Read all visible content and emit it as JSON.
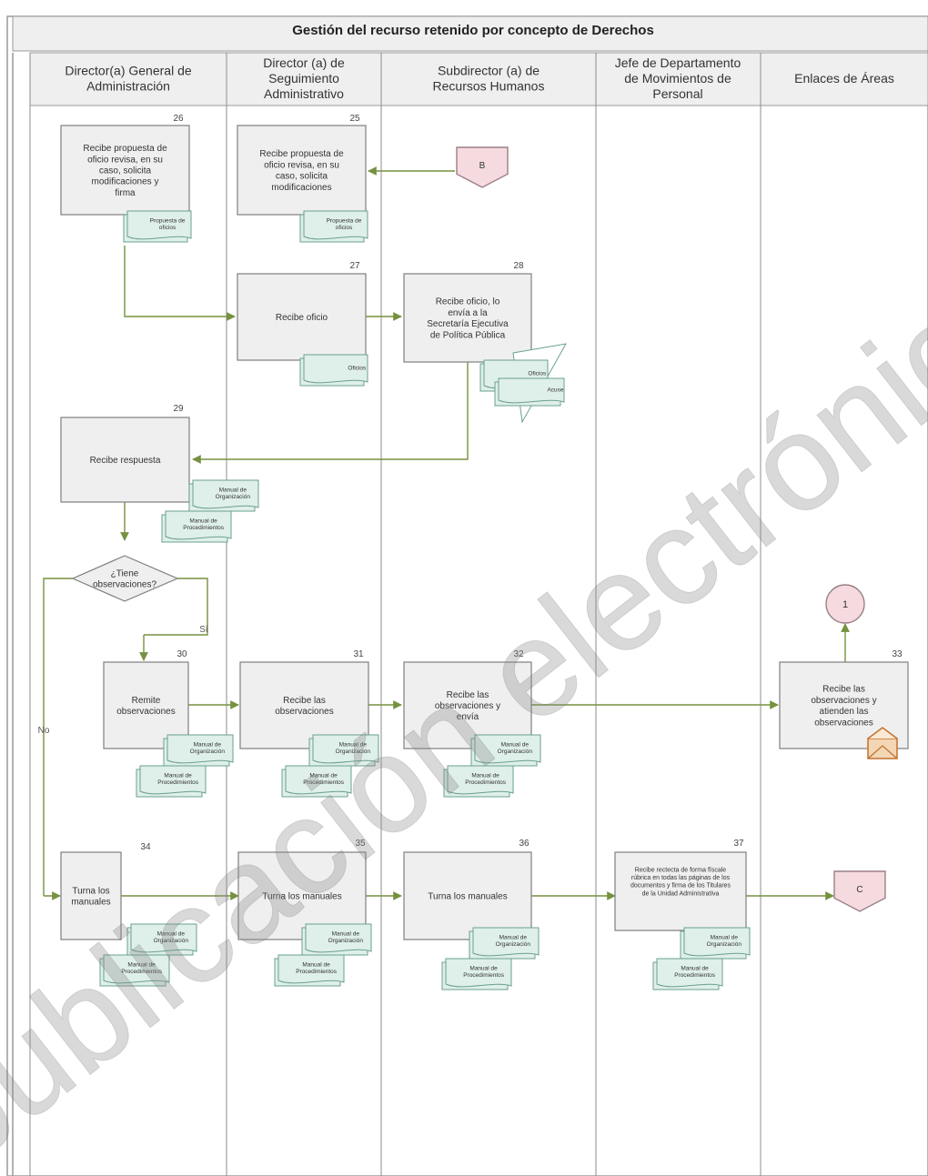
{
  "title": "Gestión del recurso retenido por concepto de Derechos",
  "lanes": [
    "Director(a) General de Administración",
    "Director (a) de Seguimiento Administrativo",
    "Subdirector (a) de Recursos Humanos",
    "Jefe de Departamento de Movimientos de Personal",
    "Enlaces de Áreas"
  ],
  "connectors": {
    "b": "B",
    "c": "C",
    "one": "1"
  },
  "activities": {
    "a25": {
      "num": "25",
      "text": "Recibe propuesta de oficio revisa, en su caso, solicita modificaciones"
    },
    "a26": {
      "num": "26",
      "text": "Recibe propuesta de oficio revisa, en su caso, solicita modificaciones y firma"
    },
    "a27": {
      "num": "27",
      "text": "Recibe oficio"
    },
    "a28": {
      "num": "28",
      "text": "Recibe oficio, lo envía a la Secretaría Ejecutiva de Política Pública"
    },
    "a29": {
      "num": "29",
      "text": "Recibe respuesta"
    },
    "a30": {
      "num": "30",
      "text": "Remite observaciones"
    },
    "a31": {
      "num": "31",
      "text": "Recibe las observaciones"
    },
    "a32": {
      "num": "32",
      "text": "Recibe las observaciones y envía"
    },
    "a33": {
      "num": "33",
      "text": "Recibe las observaciones y atienden las observaciones"
    },
    "a34": {
      "num": "34",
      "text": "Turna los manuales"
    },
    "a35": {
      "num": "35",
      "text": "Turna los manuales"
    },
    "a36": {
      "num": "36",
      "text": "Turna los manuales"
    },
    "a37": {
      "num": "37",
      "text": "Recibe rectecta de forma físcale rúbrica en todas las páginas de los documentos y firma de los Titulares de la Unidad Administrativa"
    }
  },
  "decision": {
    "text": "¿Tiene observaciones?",
    "yes": "Sí",
    "no": "No"
  },
  "documents": {
    "propuesta": "Propuesta de oficios",
    "oficios": "Oficios",
    "acuse": "Acuse",
    "manual_org": "Manual de Organización",
    "manual_proc": "Manual de Procedimientos"
  },
  "watermark": "publicación electrónica",
  "colors": {
    "box_fill": "#efefef",
    "box_stroke": "#7f7f7f",
    "doc_fill": "#dfefe9",
    "doc_stroke": "#6aa08f",
    "arrow": "#76913f",
    "connector_fill": "#f5dbe0",
    "connector_stroke": "#9b7f86",
    "header_fill": "#efefef",
    "lane_line": "#8c8c8c",
    "watermark": "#8a8a8a"
  }
}
